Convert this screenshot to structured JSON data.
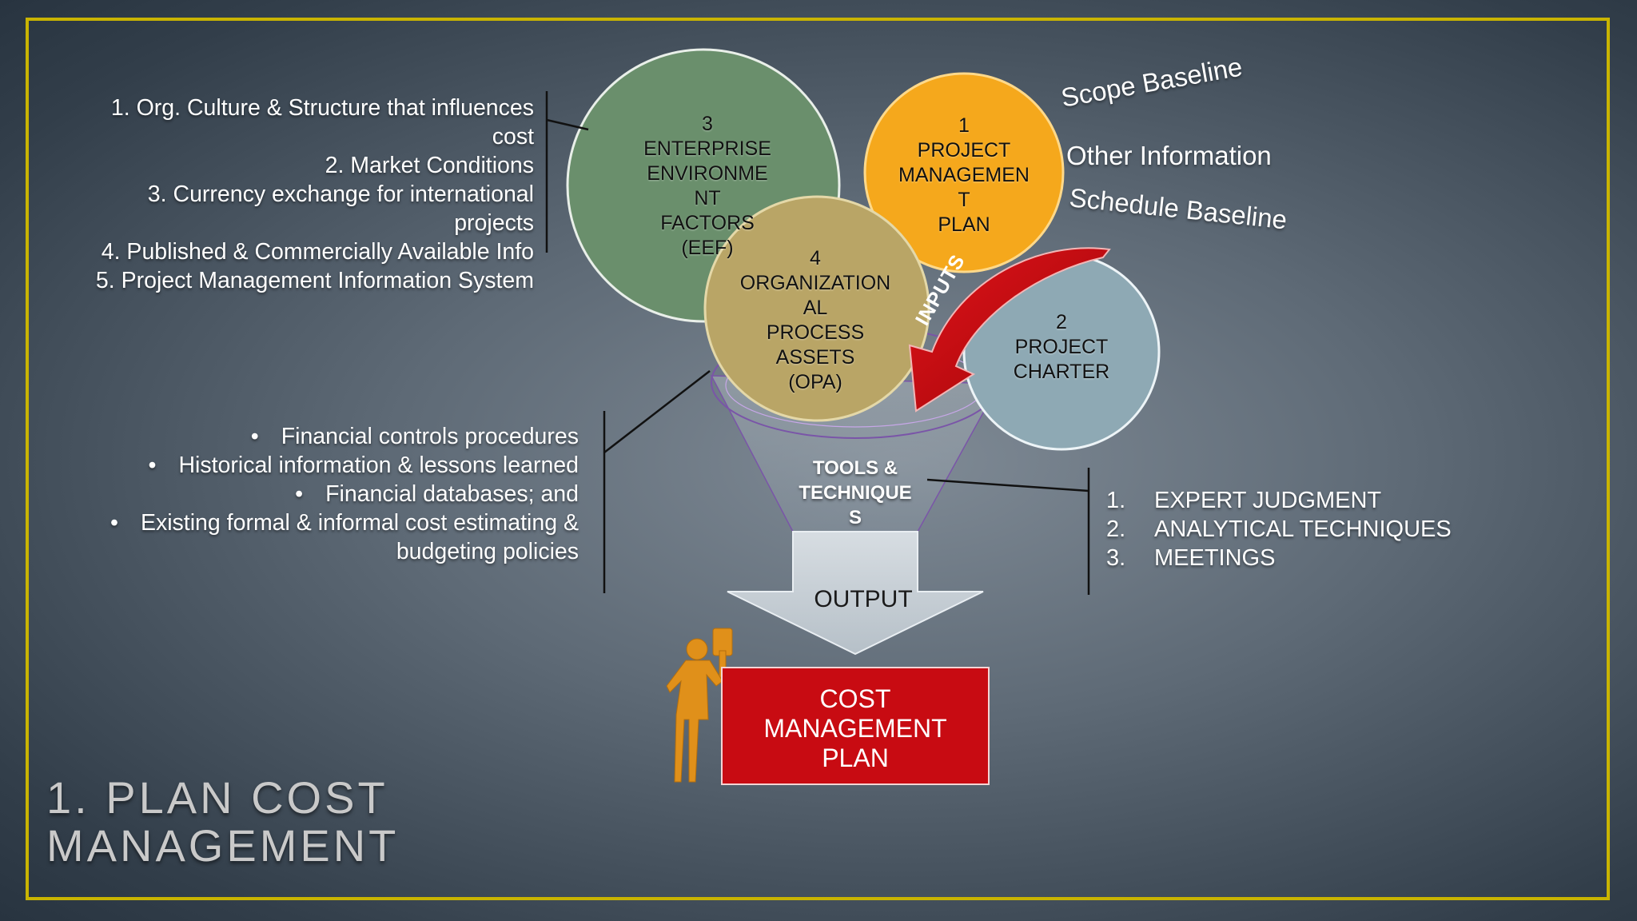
{
  "title": {
    "line1": "1. PLAN COST",
    "line2": "MANAGEMENT"
  },
  "eef_items": [
    {
      "line1": "1. Org. Culture & Structure that influences",
      "line2": "cost"
    },
    {
      "line1": "2. Market Conditions"
    },
    {
      "line1": "3. Currency exchange for international",
      "line2": "projects"
    },
    {
      "line1": "4. Published & Commercially Available Info"
    },
    {
      "line1": "5. Project Management Information System"
    }
  ],
  "opa_items": [
    {
      "line1": "Financial controls procedures"
    },
    {
      "line1": "Historical information & lessons learned"
    },
    {
      "line1": "Financial databases; and"
    },
    {
      "line1": "Existing formal & informal cost estimating &",
      "line2": "budgeting policies"
    }
  ],
  "pmp_inputs": {
    "scope": "Scope Baseline",
    "other": "Other Information",
    "schedule": "Schedule Baseline"
  },
  "circles": {
    "eef": {
      "lines": [
        "3",
        "ENTERPRISE",
        "ENVIRONME",
        "NT",
        "FACTORS",
        "(EEF)"
      ],
      "color": "#6a8f6c"
    },
    "pmp": {
      "lines": [
        "1",
        "PROJECT",
        "MANAGEMEN",
        "T",
        "PLAN"
      ],
      "color": "#f5a81c"
    },
    "opa": {
      "lines": [
        "4",
        "ORGANIZATION",
        "AL",
        "PROCESS",
        "ASSETS",
        "(OPA)"
      ],
      "color": "#b9a566"
    },
    "charter": {
      "lines": [
        "2",
        "PROJECT",
        "CHARTER"
      ],
      "color": "#8ea9b4"
    }
  },
  "inputs_label": "INPUTS",
  "tools_label": {
    "lines": [
      "TOOLS &",
      "TECHNIQUE",
      "S"
    ]
  },
  "tools_items": [
    {
      "num": "1.",
      "text": "EXPERT JUDGMENT"
    },
    {
      "num": "2.",
      "text": "ANALYTICAL TECHNIQUES"
    },
    {
      "num": "3.",
      "text": "MEETINGS"
    }
  ],
  "output_label": "OUTPUT",
  "output_box": {
    "lines": [
      "COST",
      "MANAGEMENT",
      "PLAN"
    ],
    "color": "#c80b12"
  },
  "colors": {
    "frame": "#c9b400",
    "inputs_arrow": "#c8070d"
  },
  "icons": {
    "figure": "woman-holding-document-icon"
  }
}
